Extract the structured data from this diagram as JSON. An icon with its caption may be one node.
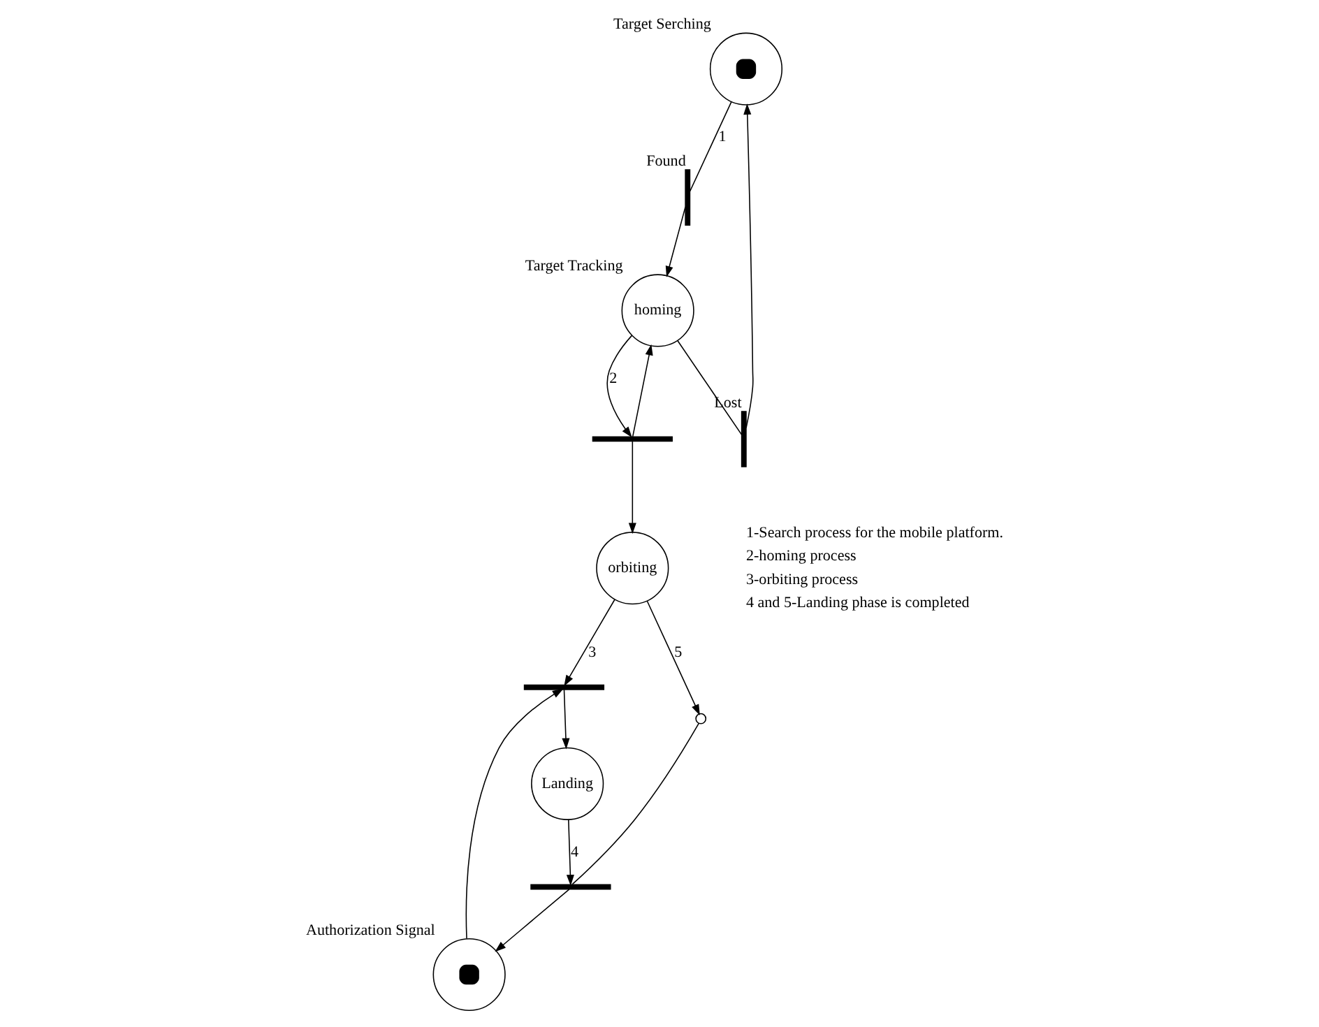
{
  "diagram": {
    "nodes": [
      {
        "text": [
          "Target Serching"
        ]
      },
      {
        "text": [
          "Target Tracking",
          "homing"
        ]
      },
      {
        "text": [
          "Found"
        ]
      },
      {
        "text": [
          "Lost"
        ]
      },
      {
        "text": [],
        "shape": "bar"
      },
      {
        "text": [
          "orbiting"
        ]
      },
      {
        "text": [
          "Authorization Signal"
        ]
      },
      {
        "text": [],
        "shape": "bar"
      },
      {
        "text": [
          "Landing"
        ]
      },
      {
        "text": [],
        "shape": "bar"
      },
      {
        "text": [],
        "shape": "circle"
      }
    ],
    "edges": [
      {
        "from": 0,
        "to": 2,
        "arrow": "none",
        "label": "1"
      },
      {
        "from": 2,
        "to": 1,
        "arrow": "to"
      },
      {
        "from": 1,
        "to": 3,
        "arrow": "none"
      },
      {
        "from": 3,
        "to": 0,
        "arrow": "to"
      },
      {
        "from": 1,
        "to": 4,
        "arrow": "to",
        "label": "2"
      },
      {
        "from": 4,
        "to": 1,
        "arrow": "to"
      },
      {
        "from": 4,
        "to": 5,
        "arrow": "to"
      },
      {
        "from": 6,
        "to": 7,
        "arrow": "to"
      },
      {
        "from": 5,
        "to": 7,
        "arrow": "to",
        "label": "3"
      },
      {
        "from": 7,
        "to": 8,
        "arrow": "to"
      },
      {
        "from": 8,
        "to": 9,
        "arrow": "to",
        "label": "4"
      },
      {
        "from": 5,
        "to": 10,
        "arrow": "to",
        "label": "5"
      },
      {
        "from": 10,
        "to": 9,
        "arrow": "none"
      },
      {
        "from": 9,
        "to": 6,
        "arrow": "to"
      }
    ],
    "labels": [
      "1-Search process for the mobile platform.",
      "2-homing process",
      "3-orbiting process",
      "4 and 5-Landing phase is completed"
    ]
  }
}
